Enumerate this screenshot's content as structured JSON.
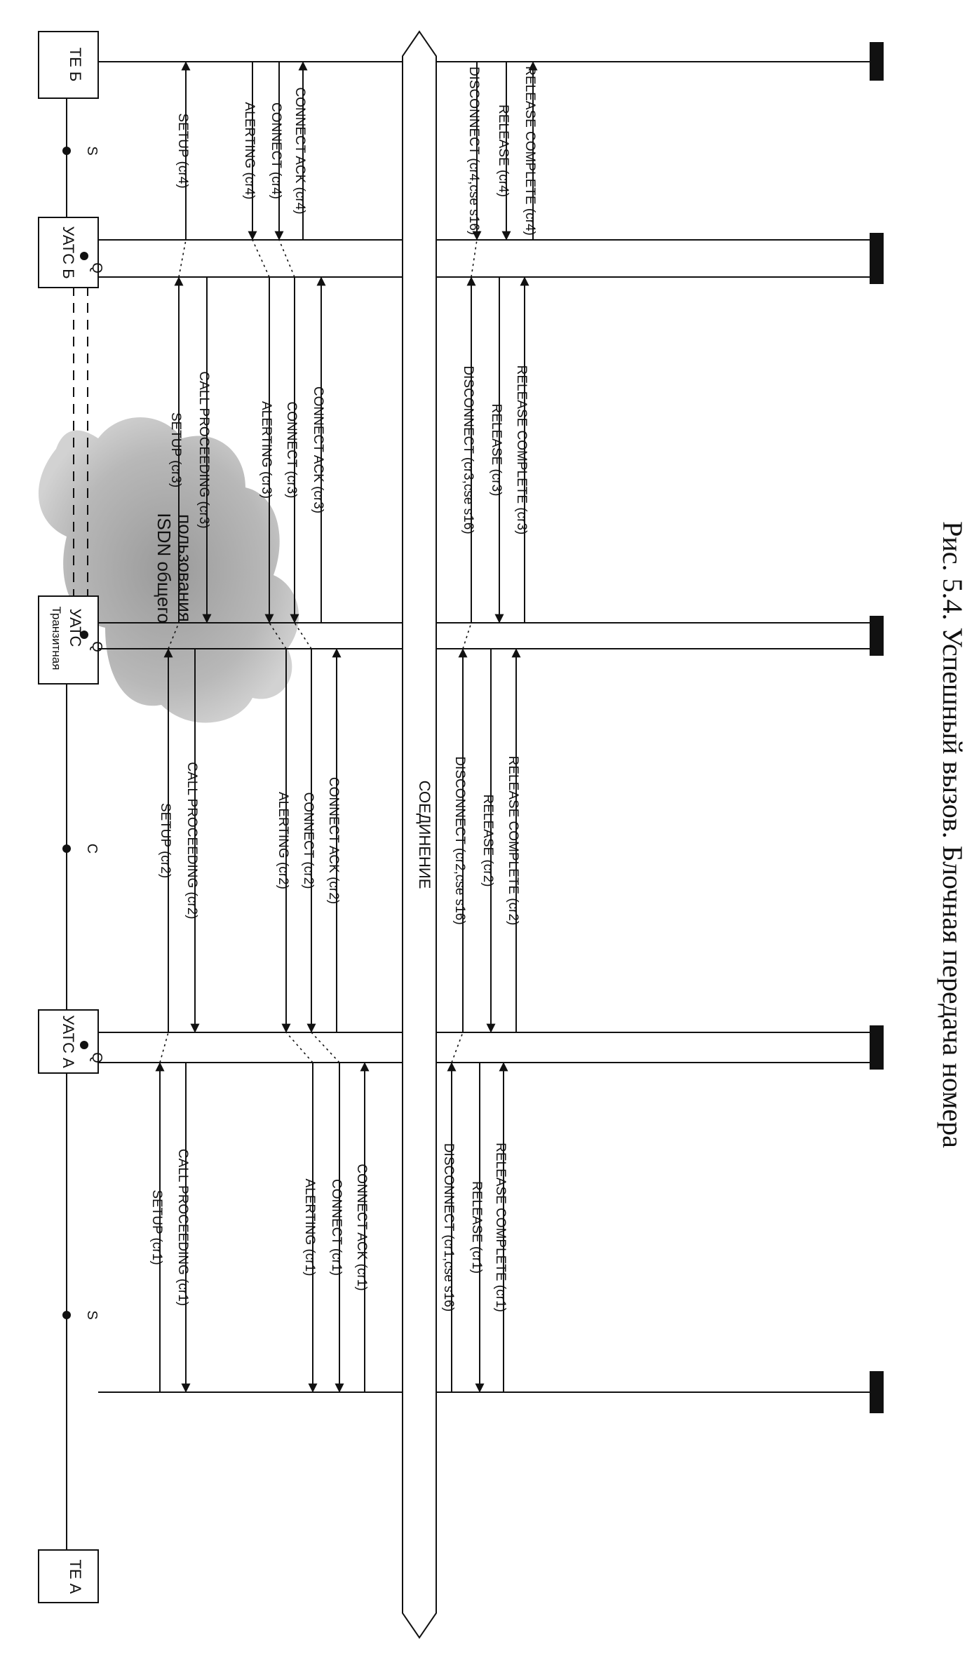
{
  "nodes": {
    "te_b": "ТЕ Б",
    "uats_b": "УАТС Б",
    "transit_label": "Транзитная",
    "transit_uats": "УАТС",
    "uats_a": "УАТС А",
    "te_a": "ТЕ А",
    "q_label": "Q",
    "s_label": "S",
    "c_label": "C",
    "cloud_line1": "ISDN общего",
    "cloud_line2": "пользования",
    "connection": "СОЕДИНЕНИЕ"
  },
  "messages": [
    {
      "id": "m1",
      "text": "SETUP (cr4)"
    },
    {
      "id": "m2",
      "text": "ALERTING (cr4)"
    },
    {
      "id": "m3",
      "text": "CONNECT (cr4)"
    },
    {
      "id": "m4",
      "text": "CONNECT ACK (cr4)"
    },
    {
      "id": "m5",
      "text": "DISCONNECT (cr4,cse s16)"
    },
    {
      "id": "m6",
      "text": "RELEASE (cr4)"
    },
    {
      "id": "m7",
      "text": "RELEASE COMPLETE (cr4)"
    },
    {
      "id": "m8",
      "text": "SETUP (cr3)"
    },
    {
      "id": "m9",
      "text": "CALL PROCEEDING (cr3)"
    },
    {
      "id": "m10",
      "text": "ALERTING (cr3)"
    },
    {
      "id": "m11",
      "text": "CONNECT (cr3)"
    },
    {
      "id": "m12",
      "text": "CONNECT ACK (cr3)"
    },
    {
      "id": "m13",
      "text": "DISCONNECT (cr3,cse s16)"
    },
    {
      "id": "m14",
      "text": "RELEASE (cr3)"
    },
    {
      "id": "m15",
      "text": "RELEASE COMPLETE (cr3)"
    },
    {
      "id": "m16",
      "text": "SETUP (cr2)"
    },
    {
      "id": "m17",
      "text": "CALL PROCEEDING (cr2)"
    },
    {
      "id": "m18",
      "text": "ALERTING (cr2)"
    },
    {
      "id": "m19",
      "text": "CONNECT (cr2)"
    },
    {
      "id": "m20",
      "text": "CONNECT ACK (cr2)"
    },
    {
      "id": "m21",
      "text": "DISCONNECT (cr2,cse s16)"
    },
    {
      "id": "m22",
      "text": "RELEASE (cr2)"
    },
    {
      "id": "m23",
      "text": "RELEASE COMPLETE (cr2)"
    },
    {
      "id": "m24",
      "text": "SETUP (cr1)"
    },
    {
      "id": "m25",
      "text": "CALL PROCEEDING (cr1)"
    },
    {
      "id": "m26",
      "text": "ALERTING (cr1)"
    },
    {
      "id": "m27",
      "text": "CONNECT (cr1)"
    },
    {
      "id": "m28",
      "text": "CONNECT ACK (cr1)"
    },
    {
      "id": "m29",
      "text": "DISCONNECT (cr1,cse s16)"
    },
    {
      "id": "m30",
      "text": "RELEASE (cr1)"
    },
    {
      "id": "m31",
      "text": "RELEASE COMPLETE (cr1)"
    }
  ],
  "caption": "Рис. 5.4. Успешный вызов. Блочная передача номера"
}
